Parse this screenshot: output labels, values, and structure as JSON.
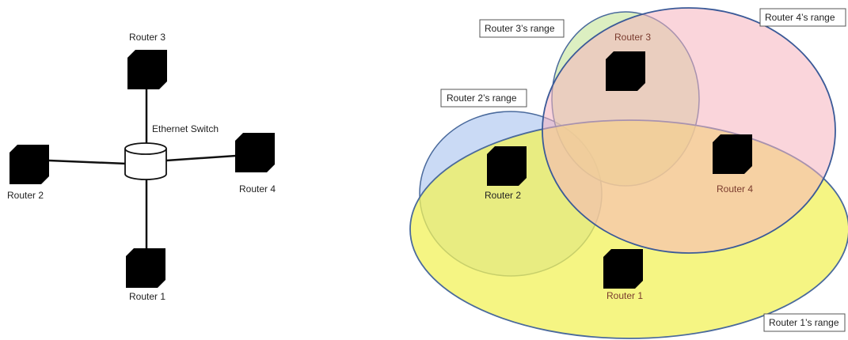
{
  "left_diagram": {
    "switch_label": "Ethernet Switch",
    "routers": {
      "r1": "Router 1",
      "r2": "Router 2",
      "r3": "Router 3",
      "r4": "Router 4"
    }
  },
  "right_diagram": {
    "routers": {
      "r1": "Router 1",
      "r2": "Router 2",
      "r3": "Router 3",
      "r4": "Router 4"
    },
    "range_labels": {
      "r1": "Router 1’s range",
      "r2": "Router 2’s range",
      "r3": "Router 3’s range",
      "r4": "Router 4’s range"
    },
    "range_colors": {
      "r1": "#f2f25a",
      "r2": "#aec6ef",
      "r3": "#c9e6a0",
      "r4": "#f6b3bd"
    }
  }
}
